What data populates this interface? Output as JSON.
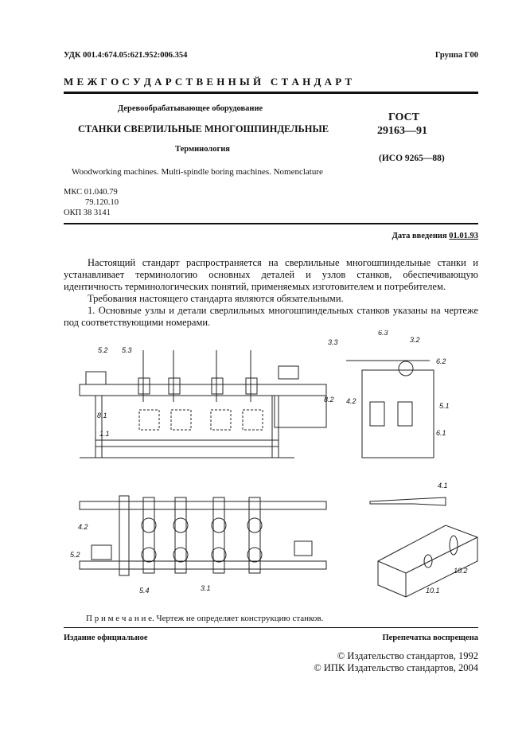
{
  "header": {
    "udk": "УДК 001.4:674.05:621.952:006.354",
    "group": "Группа Г00",
    "banner": "М Е Ж Г О С У Д А Р С Т В Е Н Н Ы Й   С Т А Н Д А Р Т"
  },
  "title": {
    "category": "Деревообрабатывающее оборудование",
    "main": "СТАНКИ СВЕРЛИЛЬНЫЕ МНОГОШПИНДЕЛЬНЫЕ",
    "sub": "Терминология",
    "english": "Woodworking machines. Multi-spindle boring machines. Nomenclature",
    "gost_label": "ГОСТ",
    "gost_number": "29163—91",
    "iso": "(ИСО 9265—88)"
  },
  "codes": {
    "mks1": "МКС 01.040.79",
    "mks2": "79.120.10",
    "okp": "ОКП 38 3141"
  },
  "date": {
    "label": "Дата введения ",
    "value": "01.01.93"
  },
  "body": {
    "p1": "Настоящий стандарт распространяется на сверлильные многошпиндельные станки и устанавливает терминологию основных деталей и узлов станков, обеспечивающую идентичность терминологических понятий, применяемых изготовителем и потребителем.",
    "p2": "Требования настоящего стандарта являются обязательными.",
    "p3": "1. Основные узлы и детали сверлильных многошпиндельных станков указаны на чертеже под соответствующими номерами."
  },
  "drawing_labels": {
    "front": [
      "5.2",
      "5.3",
      "8.1",
      "1.1",
      "8.2"
    ],
    "side": [
      "3.3",
      "6.3",
      "3.2",
      "6.2",
      "4.2",
      "5.1",
      "6.1"
    ],
    "top": [
      "4.2",
      "5.2",
      "5.4",
      "3.1"
    ],
    "drill": "4.1",
    "workpiece": [
      "10.2",
      "10.1"
    ]
  },
  "note": {
    "label": "П р и м е ч а н и е.",
    "text": " Чертеж не определяет конструкцию станков."
  },
  "footer": {
    "official": "Издание официальное",
    "reprint": "Перепечатка воспрещена",
    "copyright1": "©  Издательство стандартов, 1992",
    "copyright2": "©  ИПК Издательство стандартов, 2004"
  }
}
